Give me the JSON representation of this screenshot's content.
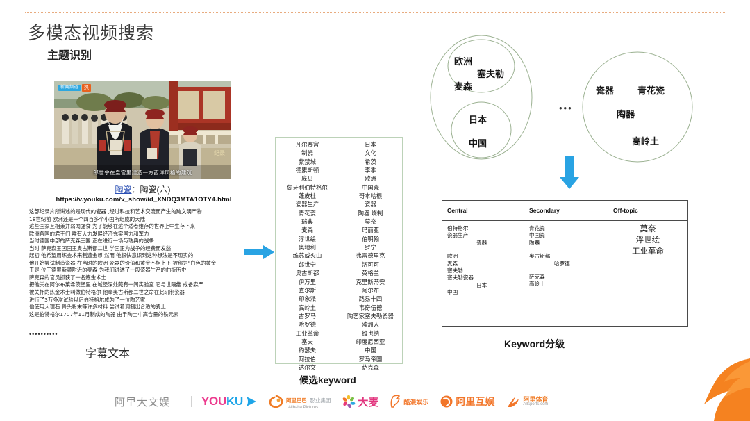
{
  "slide": {
    "title": "多模态视频搜索",
    "subtitle": "主题识别"
  },
  "video": {
    "badge_live": "新闻频道",
    "badge_hot": "热",
    "caption": "郎世宁在皇宫里建造一方西洋风格的建筑",
    "watermark": "纪录",
    "link_text": "陶瓷",
    "title_rest": "：陶瓷(六)",
    "url": "https://v.youku.com/v_show/id_XNDQ3MTA1OTY4.html"
  },
  "transcript": {
    "lines": [
      "这部纪录片所讲述的是现代的瓷器 ,经过科技和艺术交流而产生的跨文明产物",
      "18世纪前 欧洲还是一个四百多个小国所组成的大陆",
      "这些国家互相兼并弱肉强食 为了能够在这个适者维存的世界上中生存下来",
      "欧洲各国的君王们 唯有大力发展经济充实国力和军力",
      "当时德国中部的萨克森王国 正在进行一场与瑞典的战争",
      "当时 萨克森王国国王奥古斯都二世 学国正为战争的经费而发愁",
      "起初 他希望用炼金术来制造金币 然而 他很快意识到这种想法是不现实的",
      "他开始尝试制造瓷器 在当时的欧洲 瓷器的价值和黄金不相上下 被称为\"白色的黄金",
      "于是 位于德累斯顿附近的麦森 为我们讲述了一段瓷器生产的曲折历史",
      "萨克森的官员抓获了一名炼金术士",
      "把他关在阿尔布莱希茨堡里 在城堡深处藏有一间实验室 它与世隔绝 戒备森严",
      "被关押的炼金术士叫做伯特格尔 他奉奥古斯都二世之命在此研制瓷器",
      "进行了3万多次试验以后伯特格尔成为了一位陶艺家",
      "他使用大理石 骨头粉末等许多材料 尝试着调制出合适的瓷土",
      "这是伯特格尔1707年11月制成的陶器 由手陶土中高含量的铁元素"
    ],
    "ellipsis": "••••••••••",
    "caption_label": "字幕文本"
  },
  "candidate_keywords": {
    "caption_label": "候选keyword",
    "col1": [
      "凡尔赛宫",
      "制瓷",
      "紫禁城",
      "德累斯顿",
      "庞贝",
      "匈牙利伯特格尔",
      "蓬皮杜",
      "瓷器生产",
      "青花瓷",
      "瑞典",
      "麦森",
      "浮世绘",
      "奥地利",
      "维苏威火山",
      "郎世宁",
      "奥古斯都",
      "伊万里",
      "查尔斯",
      "印象派",
      "高岭土",
      "古罗马",
      "哈罗德",
      "工业革命",
      "塞夫",
      "约瑟夫",
      "阿拉伯",
      "达尔文"
    ],
    "col2": [
      "日本",
      "文化",
      "希茨",
      "李季",
      "欧洲",
      "中国瓷",
      "哥本哈根",
      "瓷器",
      "陶器 烧制",
      "莫奈",
      "玛丽亚",
      "伯明翰",
      "罗宁",
      "弗雷德里克",
      "洛可可",
      "英格兰",
      "克里斯蒂安",
      "阿尔布",
      "路易十四",
      "韦奇伍德",
      "陶艺家塞夫勒瓷器",
      "欧洲人",
      "维也纳",
      "印度尼西亚",
      "中国",
      "罗马帝国",
      "萨克森"
    ]
  },
  "bubbles": {
    "outer_left_items": [],
    "inner_top": [
      "欧洲",
      "塞夫勒",
      "麦森"
    ],
    "inner_bottom": [
      "日本",
      "中国"
    ],
    "right_circle": [
      "瓷器",
      "青花瓷",
      "陶器",
      "高岭土"
    ],
    "separator": "•••"
  },
  "table": {
    "caption_label": "Keyword分级",
    "headers": [
      "Central",
      "Secondary",
      "Off-topic"
    ],
    "central": [
      "伯特格尔",
      "瓷器生产",
      "瓷器",
      "欧洲",
      "麦森",
      "塞夫勒",
      "塞夫勒瓷器",
      "日本",
      "中国"
    ],
    "secondary": [
      "青花瓷",
      "中国瓷",
      "陶器",
      "奥古斯都",
      "哈罗德",
      "萨克森",
      "高岭土"
    ],
    "offtopic": [
      "莫奈",
      "浮世绘",
      "工业革命"
    ]
  },
  "footer": {
    "brand": "阿里大文娱",
    "logos": [
      {
        "name": "youku",
        "text1": "YOU",
        "text2": "KU"
      },
      {
        "name": "alibaba-pictures",
        "text1": "阿里巴巴",
        "text2": "影业集团",
        "sub": "Alibaba Pictures"
      },
      {
        "name": "damai",
        "text": "大麦"
      },
      {
        "name": "kuman",
        "text": "酷漫娱乐"
      },
      {
        "name": "ali-huyu",
        "text": "阿里互娱"
      },
      {
        "name": "alisports",
        "text": "阿里体育",
        "sub": "Alisports.com"
      }
    ]
  },
  "colors": {
    "accent_blue": "#29a3e3",
    "bubble_stroke": "#9bb191",
    "dotted_rule": "#e8ab7e",
    "swoosh": "#f58220"
  }
}
